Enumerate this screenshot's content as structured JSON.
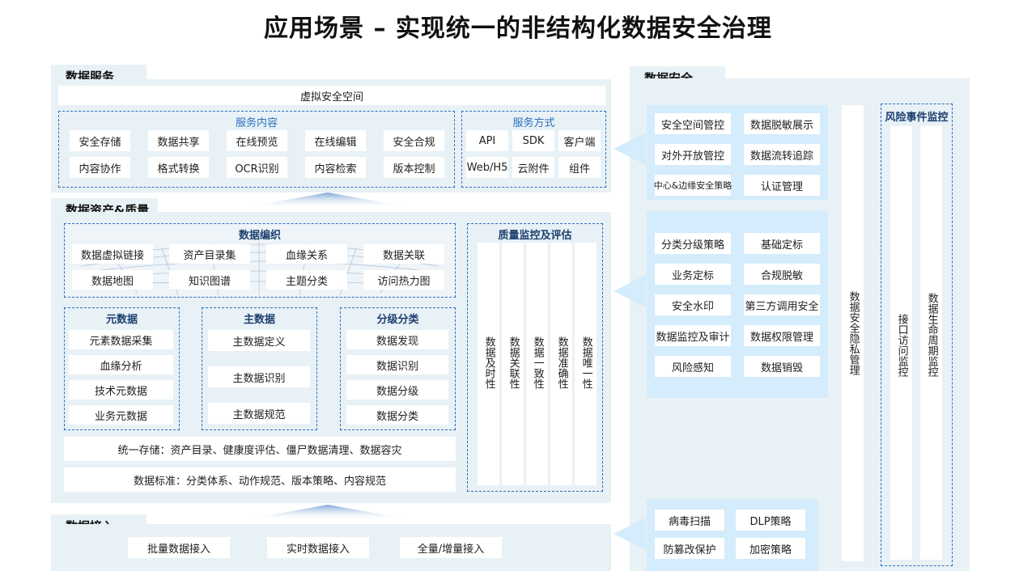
{
  "title": "应用场景 – 实现统一的非结构化数据安全治理",
  "data_service": {
    "tab": "数据服务",
    "virtual_space": "虚拟安全空间",
    "content": {
      "title": "服务内容",
      "rows": [
        [
          "安全存储",
          "数据共享",
          "在线预览",
          "在线编辑",
          "安全合规"
        ],
        [
          "内容协作",
          "格式转换",
          "OCR识别",
          "内容检索",
          "版本控制"
        ]
      ]
    },
    "method": {
      "title": "服务方式",
      "rows": [
        [
          "API",
          "SDK",
          "客户端"
        ],
        [
          "Web/H5",
          "云附件",
          "组件"
        ]
      ]
    }
  },
  "asset": {
    "tab": "数据资产&质量",
    "catalog": {
      "title": "数据编织",
      "rows": [
        [
          "数据虚拟链接",
          "资产目录集",
          "血缘关系",
          "数据关联"
        ],
        [
          "数据地图",
          "知识图谱",
          "主题分类",
          "访问热力图"
        ]
      ]
    },
    "meta": {
      "title": "元数据",
      "items": [
        "元素数据采集",
        "血缘分析",
        "技术元数据",
        "业务元数据"
      ]
    },
    "master": {
      "title": "主数据",
      "items": [
        "主数据定义",
        "主数据识别",
        "主数据规范"
      ]
    },
    "grade": {
      "title": "分级分类",
      "items": [
        "数据发现",
        "数据识别",
        "数据分级",
        "数据分类"
      ]
    },
    "storage": "统一存储：资产目录、健康度评估、僵尸数据清理、数据容灾",
    "standard": "数据标准：分类体系、动作规范、版本策略、内容规范",
    "quality": {
      "title": "质量监控及评估",
      "cols": [
        "数据及时性",
        "数据关联性",
        "数据一致性",
        "数据准确性",
        "数据唯一性"
      ]
    }
  },
  "access": {
    "tab": "数据接入",
    "items": [
      "批量数据接入",
      "实时数据接入",
      "全量/增量接入"
    ]
  },
  "security": {
    "tab": "数据安全",
    "group1": [
      [
        "安全空间管控",
        "数据脱敏展示"
      ],
      [
        "对外开放管控",
        "数据流转追踪"
      ],
      [
        "中心&边缘安全策略",
        "认证管理"
      ]
    ],
    "group2": [
      [
        "分类分级策略",
        "基础定标"
      ],
      [
        "业务定标",
        "合规脱敏"
      ],
      [
        "安全水印",
        "第三方调用安全"
      ],
      [
        "数据监控及审计",
        "数据权限管理"
      ],
      [
        "风险感知",
        "数据销毁"
      ]
    ],
    "group3": [
      [
        "病毒扫描",
        "DLP策略"
      ],
      [
        "防篡改保护",
        "加密策略"
      ]
    ],
    "privacy": "数据安全隐私管理",
    "risk": {
      "title": "风险事件监控",
      "cols": [
        "接口访问监控",
        "数据生命周期监控"
      ]
    }
  }
}
